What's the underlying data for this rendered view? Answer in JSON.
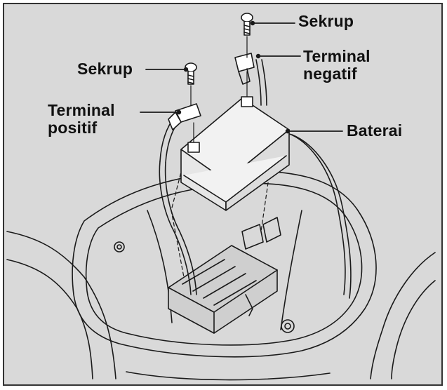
{
  "labels": {
    "screw_top": "Sekrup",
    "screw_left": "Sekrup",
    "terminal_negative": [
      "Terminal",
      "negatif"
    ],
    "terminal_positive": [
      "Terminal",
      "positif"
    ],
    "battery": "Baterai"
  },
  "colors": {
    "background": "#d9d9d9",
    "frame": "#333333",
    "line": "#1a1a1a",
    "battery_face": "#f2f2f2"
  }
}
